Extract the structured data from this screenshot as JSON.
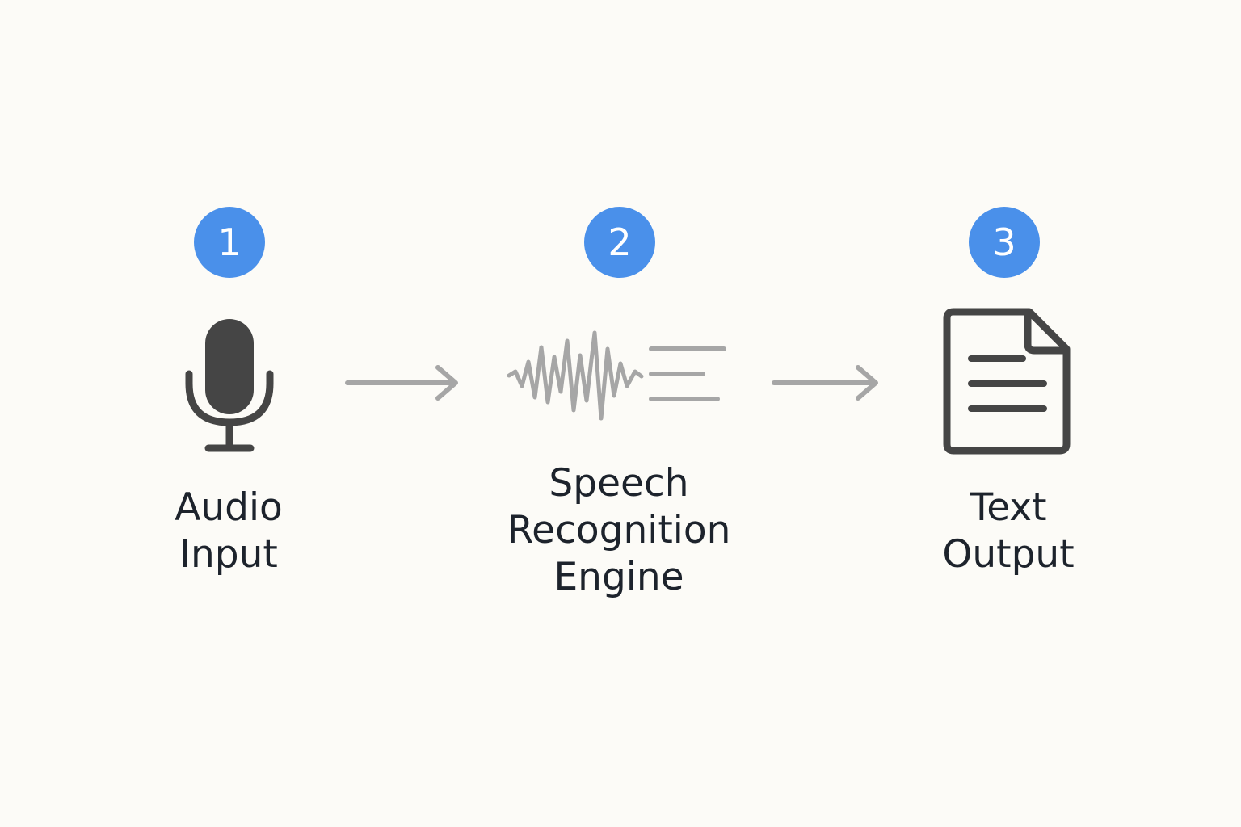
{
  "colors": {
    "background": "#fcfbf7",
    "badge": "#4a90ea",
    "badge_text": "#ffffff",
    "icon_dark": "#454545",
    "icon_light": "#a6a6a6",
    "label_text": "#1d232c"
  },
  "steps": [
    {
      "number": "1",
      "icon": "microphone-icon",
      "label_lines": [
        "Audio",
        "Input"
      ]
    },
    {
      "number": "2",
      "icon": "waveform-to-text-icon",
      "label_lines": [
        "Speech",
        "Recognition",
        "Engine"
      ]
    },
    {
      "number": "3",
      "icon": "document-icon",
      "label_lines": [
        "Text",
        "Output"
      ]
    }
  ],
  "connectors": [
    {
      "from": "1",
      "to": "2",
      "icon": "arrow-right-icon"
    },
    {
      "from": "2",
      "to": "3",
      "icon": "arrow-right-icon"
    }
  ]
}
